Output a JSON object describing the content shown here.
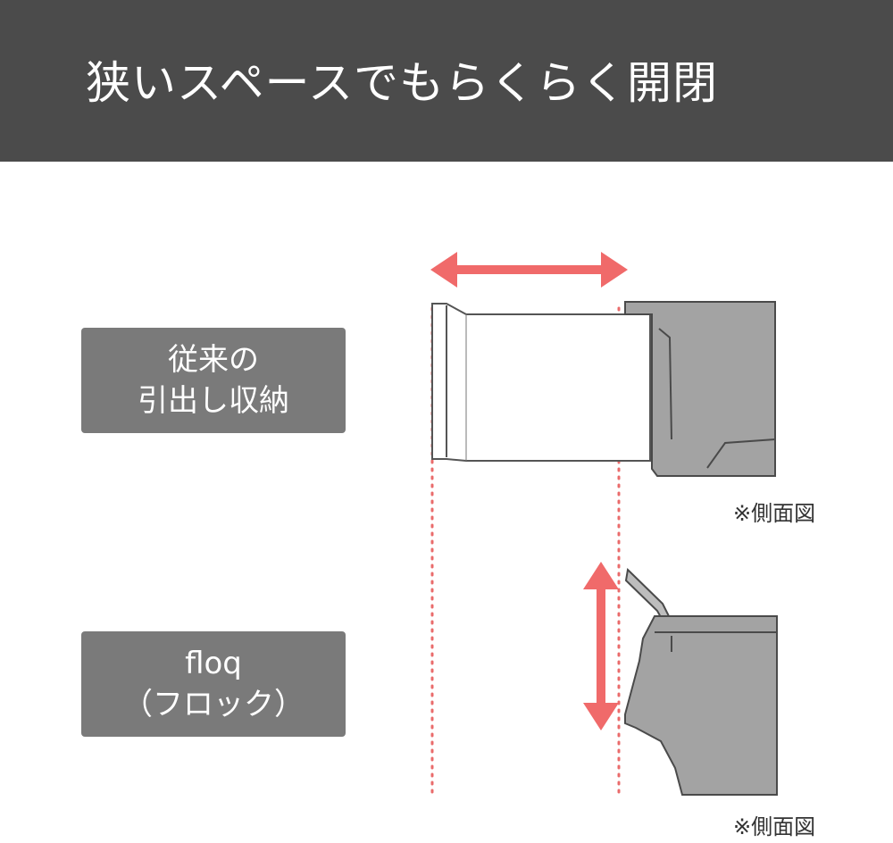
{
  "header": {
    "title": "狭いスペースでもらくらく開閉",
    "background": "#4b4b4b"
  },
  "labels": {
    "traditional": {
      "line1": "従来の",
      "line2": "引出し収納"
    },
    "floq": {
      "line1": "floq",
      "line2": "（フロック）"
    }
  },
  "notes": {
    "side_view_1": "※側面図",
    "side_view_2": "※側面図"
  },
  "colors": {
    "accent_arrow": "#f06a6a",
    "guide_dotted": "#ea6b6b",
    "label_box": "#7a7a7a",
    "drawer_body": "#9e9e9e",
    "outline": "#4a4a4a"
  },
  "icons": {
    "horizontal_arrow": "double-headed-horizontal-arrow",
    "vertical_arrow": "double-headed-vertical-arrow"
  }
}
